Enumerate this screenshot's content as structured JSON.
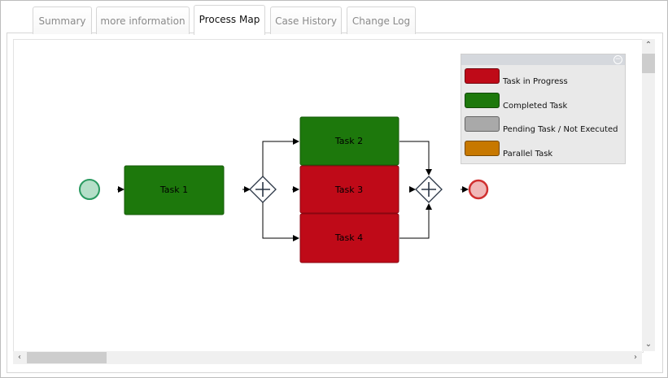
{
  "tabs": [
    {
      "label": "Summary"
    },
    {
      "label": "more information"
    },
    {
      "label": "Process Map"
    },
    {
      "label": "Case History"
    },
    {
      "label": "Change Log"
    }
  ],
  "active_tab": "Process Map",
  "diagram": {
    "task1": "Task 1",
    "task2": "Task 2",
    "task3": "Task 3",
    "task4": "Task 4"
  },
  "legend": {
    "items": [
      {
        "label": "Task in Progress",
        "color": "#bf0a18"
      },
      {
        "label": "Completed Task",
        "color": "#1d780c"
      },
      {
        "label": "Pending Task / Not Executed",
        "color": "#a9a9a9"
      },
      {
        "label": "Parallel Task",
        "color": "#c77800"
      }
    ]
  },
  "colors": {
    "completed": "#1d780c",
    "in_progress": "#bf0a18"
  }
}
